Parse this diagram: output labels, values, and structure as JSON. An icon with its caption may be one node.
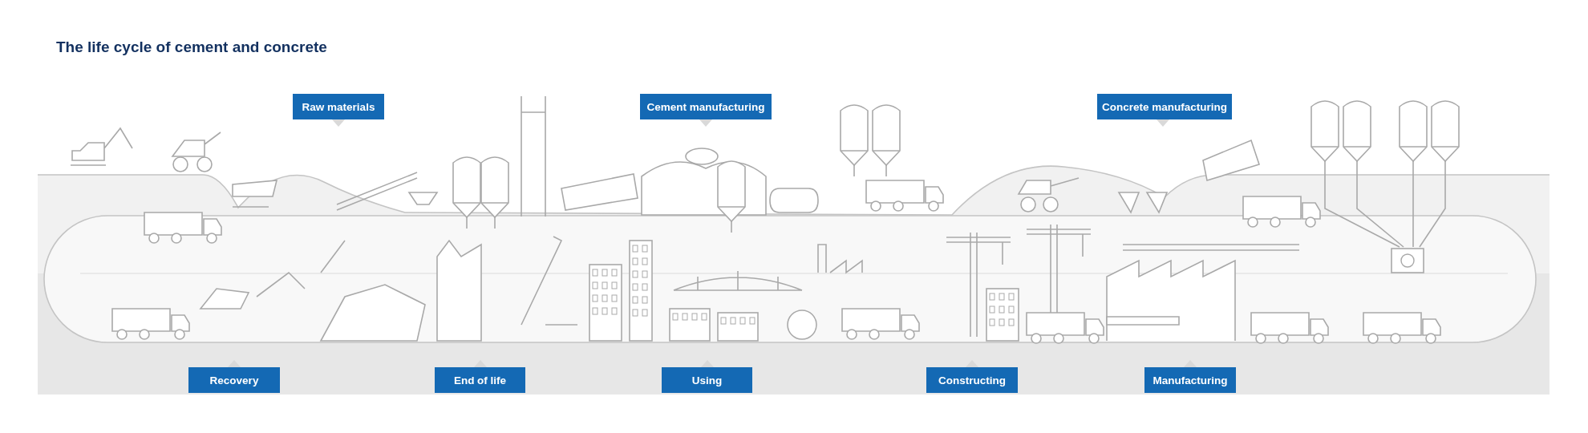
{
  "diagram": {
    "title": "The life cycle of cement and concrete",
    "nodes": [
      {
        "text": [
          "Raw materials"
        ]
      },
      {
        "text": [
          "Cement manufacturing"
        ]
      },
      {
        "text": [
          "Concrete manufacturing"
        ]
      },
      {
        "text": [
          "Recovery"
        ]
      },
      {
        "text": [
          "End of life"
        ]
      },
      {
        "text": [
          "Using"
        ]
      },
      {
        "text": [
          "Constructing"
        ]
      },
      {
        "text": [
          "Manufacturing"
        ]
      }
    ]
  }
}
